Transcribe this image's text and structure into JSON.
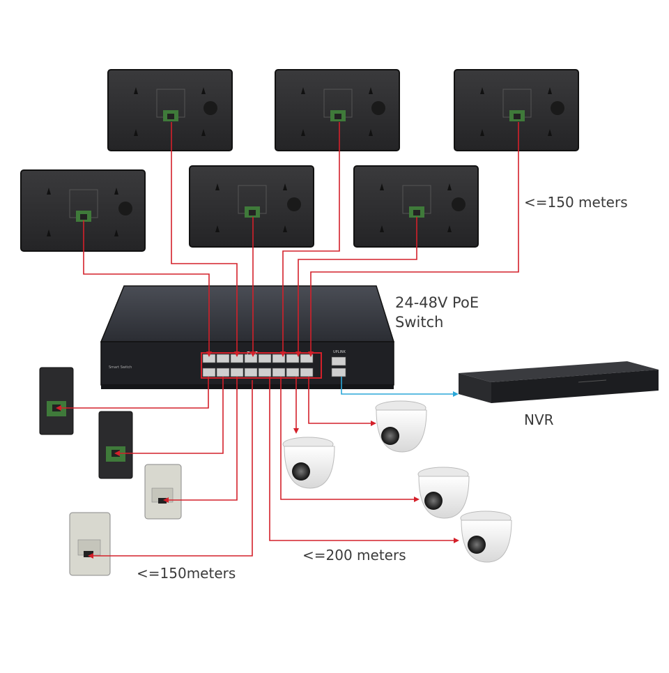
{
  "labels": {
    "monitor_distance": "<=150 meters",
    "switch_line1": "24-48V PoE",
    "switch_line2": "Switch",
    "nvr": "NVR",
    "camera_distance": "<=200 meters",
    "door_station_distance": "<=150meters"
  },
  "colors": {
    "cable": "#d4202a",
    "uplink_cable": "#2aa7d8",
    "device_dark": "#2b2b2d",
    "switch_body": "#1f2024",
    "camera_white": "#f2f2f2"
  },
  "icons": {
    "monitor": "indoor-monitor-icon",
    "door_station": "door-station-icon",
    "camera": "dome-camera-icon",
    "switch": "poe-switch-icon",
    "nvr": "nvr-recorder-icon"
  },
  "switch_labels": {
    "poe": "POE",
    "uplink": "UPLINK"
  }
}
